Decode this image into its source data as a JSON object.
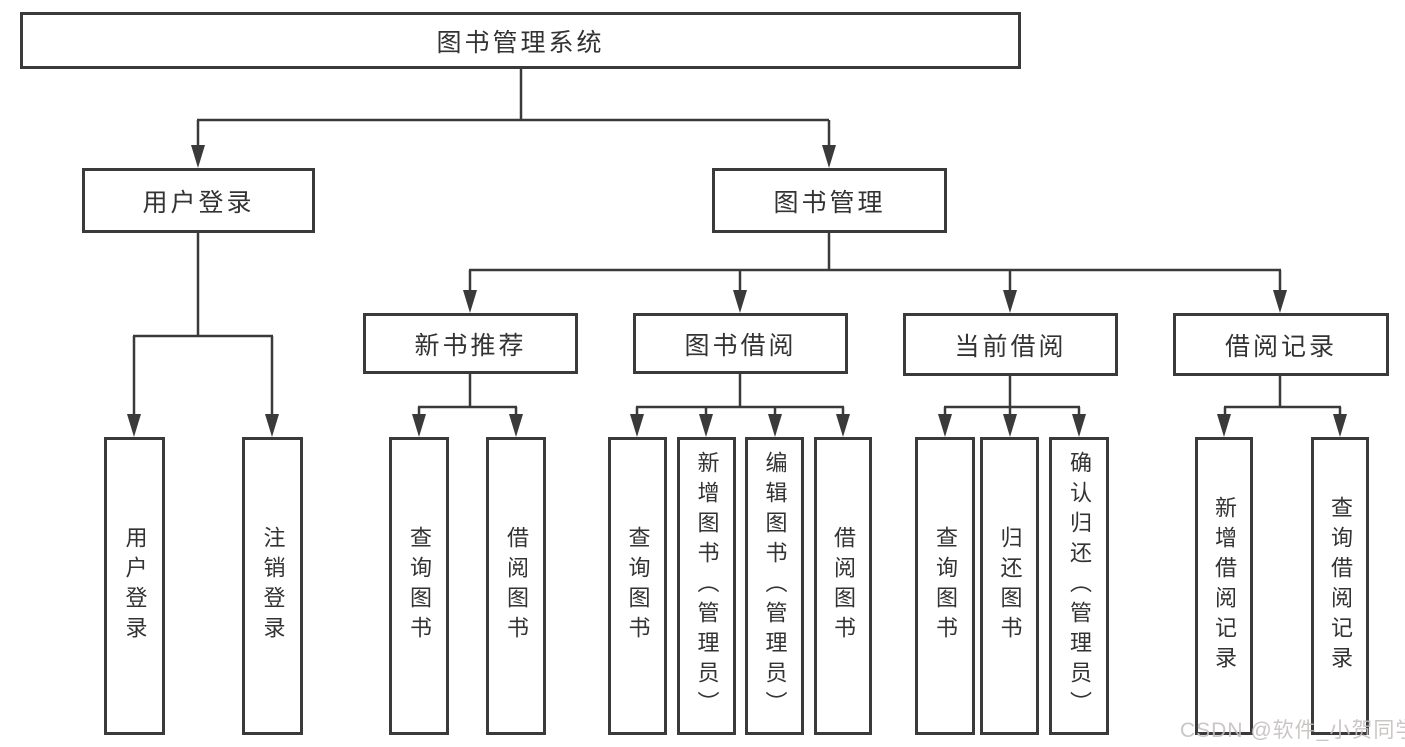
{
  "colors": {
    "line": "#3a3a3a",
    "box_border": "#3a3a3a",
    "box_fill": "#ffffff",
    "text": "#333333",
    "watermark": "#c5c0c0"
  },
  "watermark": {
    "text": "CSDN @软件_小贺同学"
  },
  "tree": {
    "root": {
      "label": "图书管理系统"
    },
    "branches": [
      {
        "label": "用户登录",
        "children": [
          {
            "label": "用户登录"
          },
          {
            "label": "注销登录"
          }
        ]
      },
      {
        "label": "图书管理",
        "children": [
          {
            "label": "新书推荐",
            "children": [
              {
                "label": "查询图书"
              },
              {
                "label": "借阅图书"
              }
            ]
          },
          {
            "label": "图书借阅",
            "children": [
              {
                "label": "查询图书"
              },
              {
                "label": "新增图书（管理员）"
              },
              {
                "label": "编辑图书（管理员）"
              },
              {
                "label": "借阅图书"
              }
            ]
          },
          {
            "label": "当前借阅",
            "children": [
              {
                "label": "查询图书"
              },
              {
                "label": "归还图书"
              },
              {
                "label": "确认归还（管理员）"
              }
            ]
          },
          {
            "label": "借阅记录",
            "children": [
              {
                "label": "新增借阅记录"
              },
              {
                "label": "查询借阅记录"
              }
            ]
          }
        ]
      }
    ]
  }
}
